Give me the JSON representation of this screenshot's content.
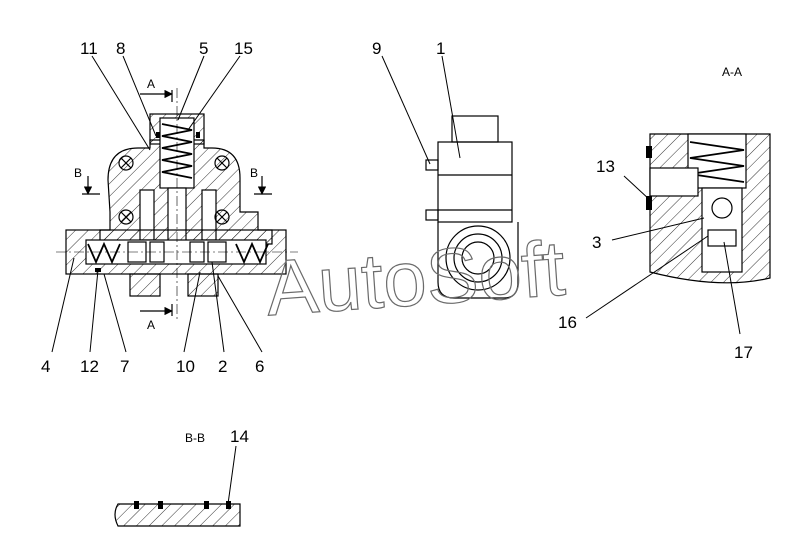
{
  "callouts": {
    "n1": "1",
    "n2": "2",
    "n3": "3",
    "n4": "4",
    "n5": "5",
    "n6": "6",
    "n7": "7",
    "n8": "8",
    "n9": "9",
    "n10": "10",
    "n11": "11",
    "n12": "12",
    "n13": "13",
    "n14": "14",
    "n15": "15",
    "n16": "16",
    "n17": "17"
  },
  "section_labels": {
    "a_top": "A",
    "a_bottom": "A",
    "b_left": "B",
    "b_right": "B",
    "aa_title": "A-A",
    "bb_title": "B-B"
  },
  "watermark": "AutoSoft",
  "colors": {
    "line": "#000000",
    "watermark": "#6a6a6a",
    "background": "#ffffff"
  }
}
